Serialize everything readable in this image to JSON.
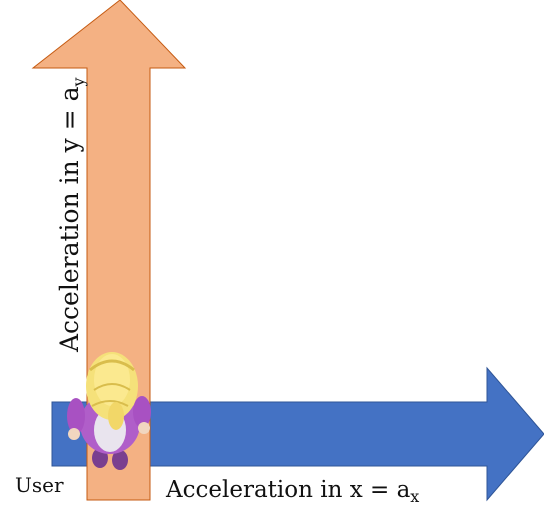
{
  "diagram": {
    "user_label": "User",
    "y_axis": {
      "label_prefix": "Acceleration in y = a",
      "label_subscript": "y",
      "color": "#F4B183",
      "stroke": "#C55A11"
    },
    "x_axis": {
      "label_prefix": "Acceleration in x = a",
      "label_subscript": "x",
      "color": "#4472C4",
      "stroke": "#2F5597"
    },
    "figure_icon": "blonde-character-figure"
  }
}
